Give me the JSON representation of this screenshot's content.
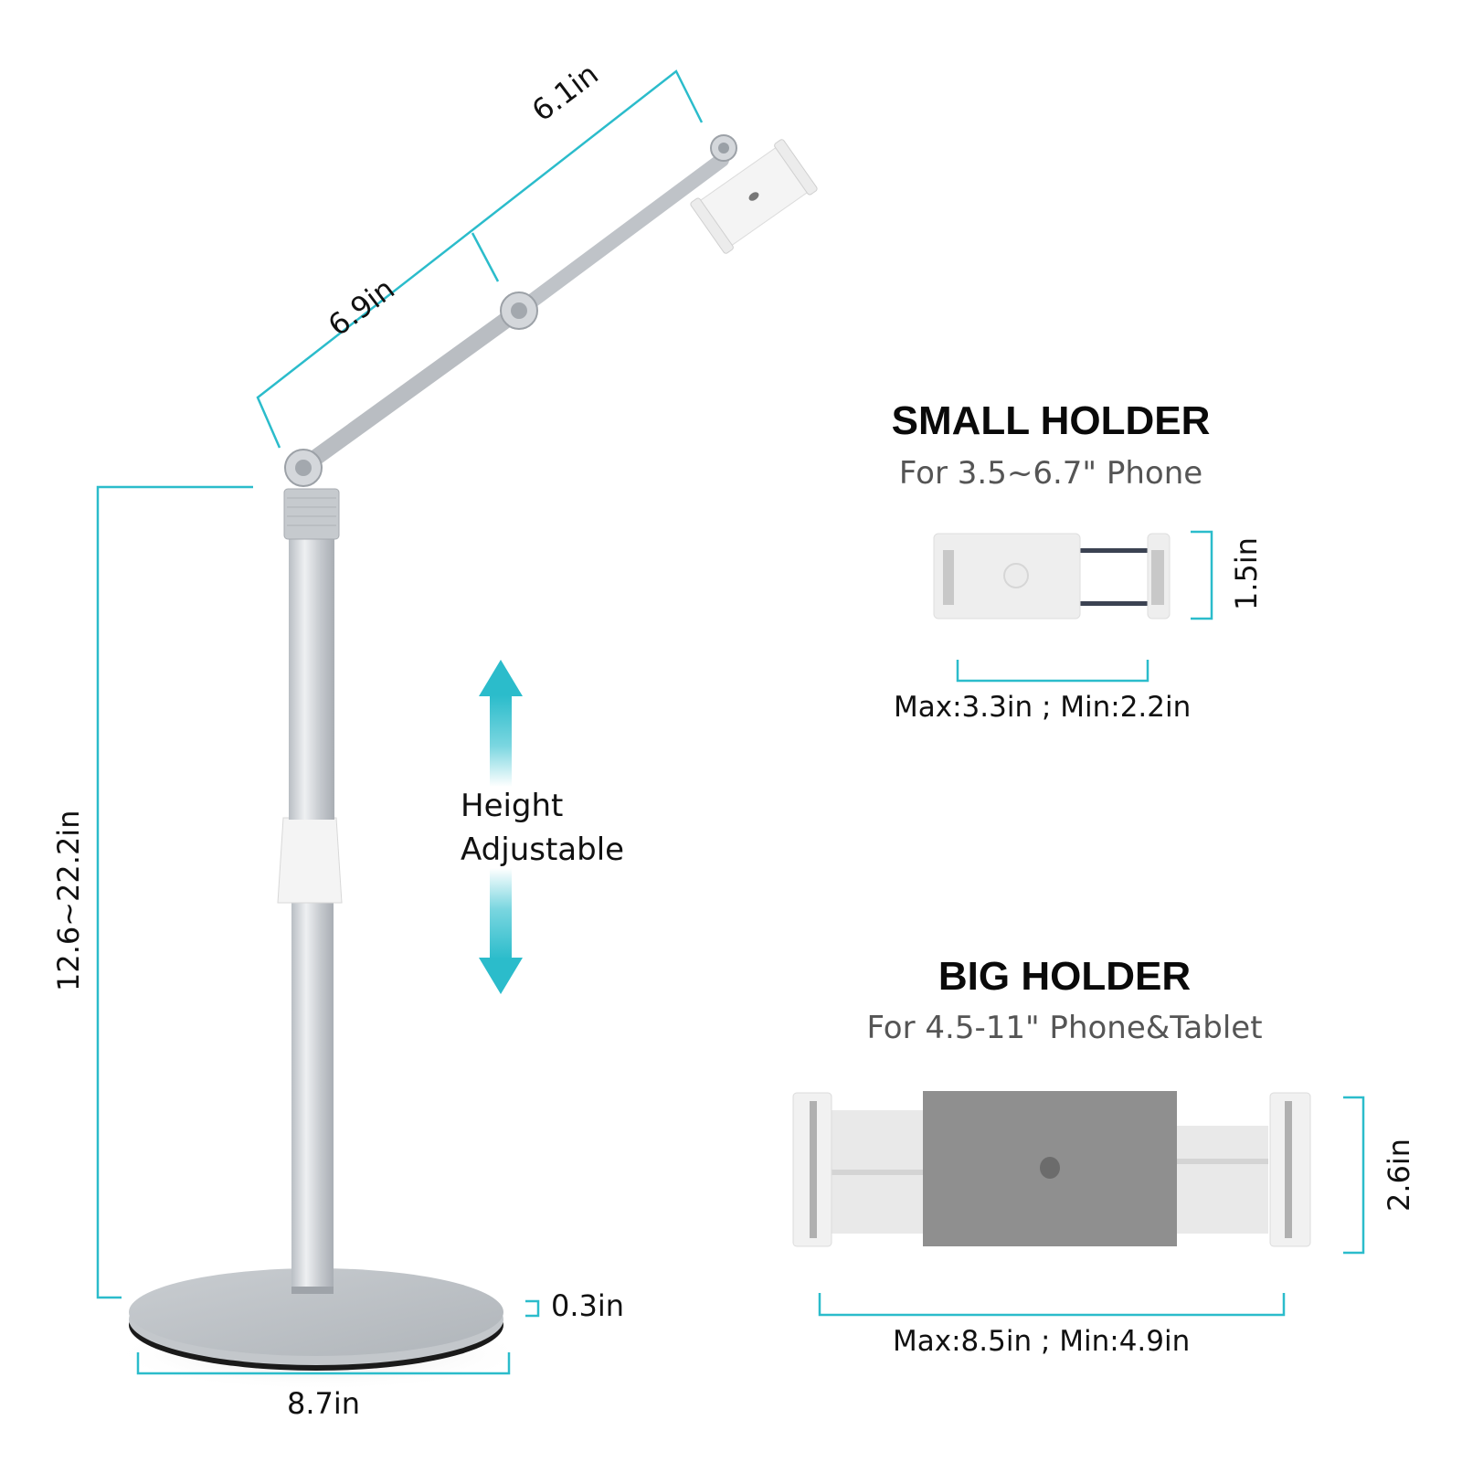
{
  "accent_color": "#2bbccb",
  "stand": {
    "arm_upper_length": "6.1in",
    "arm_lower_length": "6.9in",
    "height_range": "12.6~22.2in",
    "base_thickness": "0.3in",
    "base_diameter": "8.7in",
    "height_note": {
      "line1": "Height",
      "line2": "Adjustable"
    }
  },
  "small_holder": {
    "title": "SMALL HOLDER",
    "subtitle": "For 3.5~6.7\" Phone",
    "height": "1.5in",
    "width_range": "Max:3.3in ; Min:2.2in"
  },
  "big_holder": {
    "title": "BIG HOLDER",
    "subtitle": "For 4.5-11\" Phone&Tablet",
    "height": "2.6in",
    "width_range": "Max:8.5in ; Min:4.9in"
  }
}
